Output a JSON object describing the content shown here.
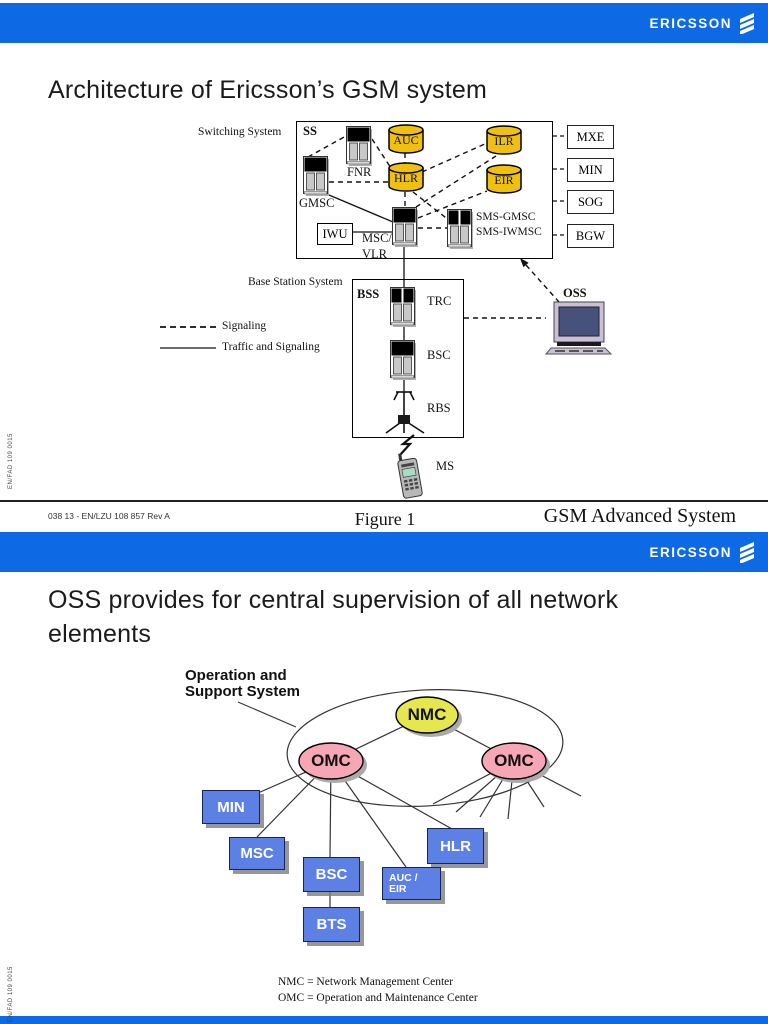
{
  "brand": {
    "logo_text": "ERICSSON"
  },
  "colors": {
    "header_blue": "#0d6ae4",
    "cylinder_gold": "#f0c010",
    "nmc_yellow": "#e6e64e",
    "omc_pink": "#f7a6b6",
    "node_blue": "#5c80e4"
  },
  "slide1": {
    "title": "Architecture of Ericsson’s GSM system",
    "diagram": {
      "switching_system_label": "Switching System",
      "ss": "SS",
      "fnr": "FNR",
      "gmsc": "GMSC",
      "auc": "AUC",
      "hlr": "HLR",
      "ilr": "ILR",
      "eir": "EIR",
      "iwu": "IWU",
      "msc_line1": "MSC/",
      "msc_line2": "VLR",
      "sms_line1": "SMS-GMSC",
      "sms_line2": "SMS-IWMSC",
      "side_boxes": [
        "MXE",
        "MIN",
        "SOG",
        "BGW"
      ],
      "base_station_label": "Base Station System",
      "bss": "BSS",
      "trc": "TRC",
      "bsc": "BSC",
      "rbs": "RBS",
      "ms": "MS",
      "oss": "OSS",
      "legend": {
        "signaling": "Signaling",
        "traffic": "Traffic and Signaling"
      }
    },
    "footer": {
      "doc_id": "038 13 - EN/LZU 108 857 Rev A",
      "figure": "Figure 1",
      "course": "GSM Advanced System"
    },
    "sidebar_code": "EN/FAD 109 0015"
  },
  "slide2": {
    "title_line1": "OSS provides for central supervision of all network",
    "title_line2": "elements",
    "oss_diagram": {
      "label_line1": "Operation and",
      "label_line2": "Support System",
      "nmc": "NMC",
      "omc_left": "OMC",
      "omc_right": "OMC",
      "min": "MIN",
      "msc": "MSC",
      "bsc": "BSC",
      "bts": "BTS",
      "hlr": "HLR",
      "auc_eir_line1": "AUC /",
      "auc_eir_line2": "EIR",
      "legend_line1": "NMC = Network Management Center",
      "legend_line2": "OMC = Operation and Maintenance Center"
    },
    "sidebar_code": "EN/FAD 109 0015"
  }
}
